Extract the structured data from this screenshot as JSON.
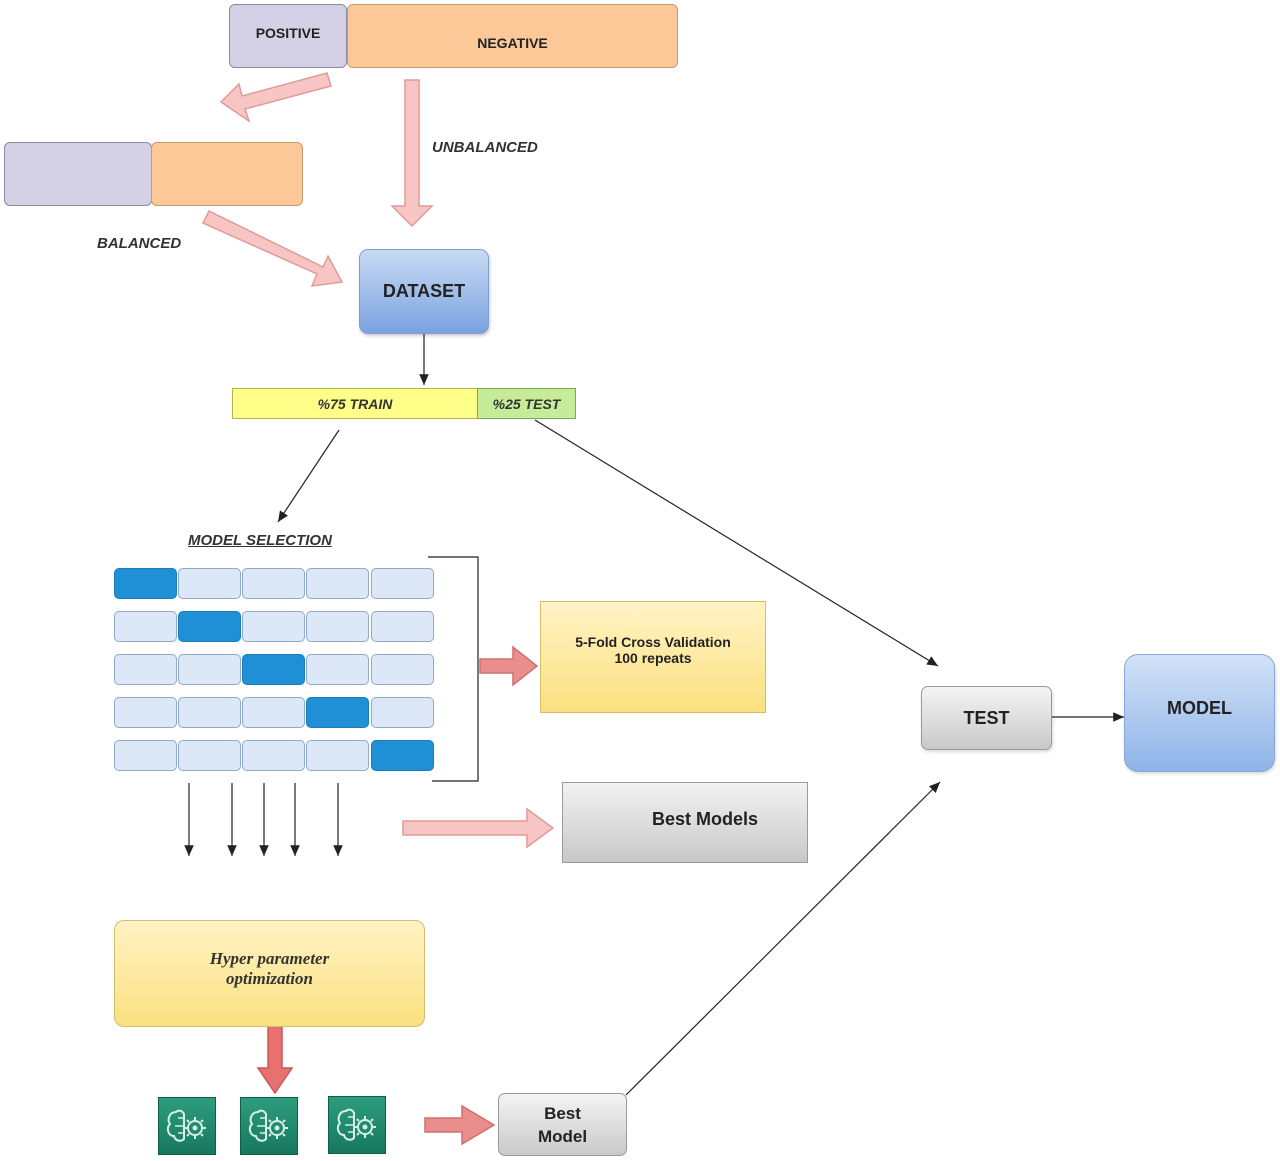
{
  "top": {
    "positive": "POSITIVE",
    "negative": "NEGATIVE"
  },
  "labels": {
    "unbalanced": "UNBALANCED",
    "balanced": "BALANCED"
  },
  "dataset": "DATASET",
  "split": {
    "train": "%75 TRAIN",
    "test": "%25 TEST"
  },
  "model_selection": "MODEL SELECTION",
  "cv": {
    "line1": "5-Fold Cross Validation",
    "line2": "100 repeats"
  },
  "best_models": "Best Models",
  "hyper": {
    "line1": "Hyper parameter",
    "line2": "optimization"
  },
  "best_model": {
    "line1": "Best",
    "line2": "Model"
  },
  "test": "TEST",
  "model": "MODEL",
  "folds": {
    "rows": 5,
    "cols": 5,
    "highlight": [
      0,
      1,
      2,
      3,
      4
    ]
  },
  "colors": {
    "positive": "#d4d1e6",
    "negative": "#fcc898",
    "dataset_top": "#c7d9f3",
    "dataset_bottom": "#7ea6e3",
    "train": "#fefe88",
    "test_split": "#c6ec9a",
    "fold_cell": "#dce8f7",
    "fold_highlight": "#1f8fd6",
    "yellow_box": "#fde69a",
    "gray_box": "#dcdcdc",
    "pink_arrow": "#f2b6b6",
    "red_arrow": "#e57371",
    "brain_icon": "#1e8a6b"
  }
}
